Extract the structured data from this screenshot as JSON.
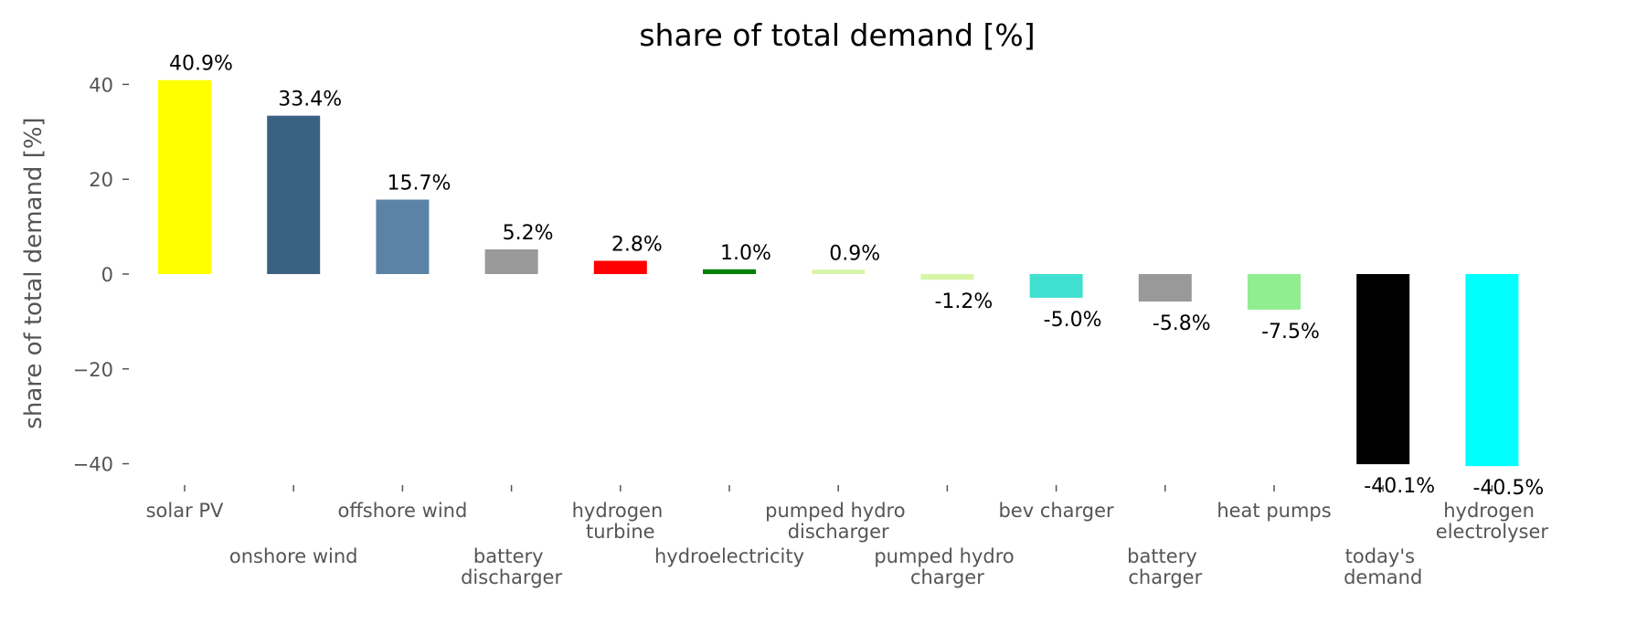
{
  "chart_data": {
    "type": "bar",
    "title": "share of total demand [%]",
    "xlabel": "",
    "ylabel": "share of total demand [%]",
    "ylim": [
      -45,
      45
    ],
    "yticks": [
      40,
      20,
      0,
      -20,
      -40
    ],
    "ytick_labels": [
      "40",
      "20",
      "0",
      "−20",
      "−40"
    ],
    "grid": false,
    "categories": [
      "solar PV",
      "onshore wind",
      "offshore wind",
      "battery discharger",
      "hydrogen turbine",
      "hydroelectricity",
      "pumped hydro discharger",
      "pumped hydro charger",
      "bev charger",
      "battery charger",
      "heat pumps",
      "today's demand",
      "hydrogen electrolyser"
    ],
    "values": [
      40.9,
      33.4,
      15.7,
      5.2,
      2.8,
      1.0,
      0.9,
      -1.2,
      -5.0,
      -5.8,
      -7.5,
      -40.1,
      -40.5
    ],
    "value_labels": [
      "40.9%",
      "33.4%",
      "15.7%",
      "5.2%",
      "2.8%",
      "1.0%",
      "0.9%",
      "-1.2%",
      "-5.0%",
      "-5.8%",
      "-7.5%",
      "-40.1%",
      "-40.5%"
    ],
    "colors": [
      "#ffff00",
      "#3b6182",
      "#5c83a6",
      "#999999",
      "#ff0000",
      "#008000",
      "#d7f5a6",
      "#d7f5a6",
      "#40e0d0",
      "#999999",
      "#90ee90",
      "#000000",
      "#00ffff"
    ]
  }
}
